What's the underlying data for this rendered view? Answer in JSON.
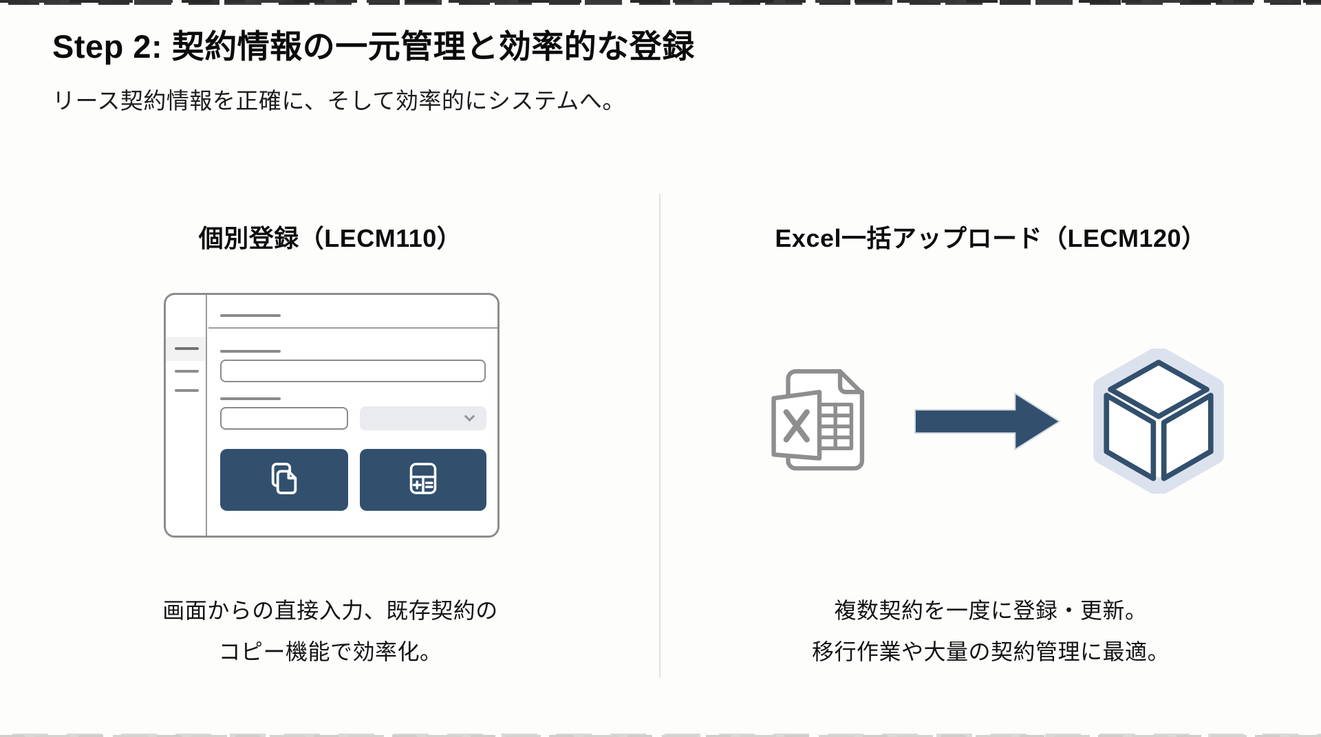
{
  "header": {
    "title": "Step 2: 契約情報の一元管理と効率的な登録",
    "subtitle": "リース契約情報を正確に、そして効率的にシステムへ。"
  },
  "left_panel": {
    "heading": "個別登録（LECM110）",
    "caption_line1": "画面からの直接入力、既存契約の",
    "caption_line2": "コピー機能で効率化。",
    "illustration": {
      "type": "form-mockup",
      "icons": [
        "copy-icon",
        "calculator-icon"
      ]
    }
  },
  "right_panel": {
    "heading": "Excel一括アップロード（LECM120）",
    "caption_line1": "複数契約を一度に登録・更新。",
    "caption_line2": "移行作業や大量の契約管理に最適。",
    "illustration": {
      "type": "excel-to-system-flow",
      "icons": [
        "excel-file-icon",
        "arrow-right-icon",
        "cube-icon"
      ]
    }
  },
  "colors": {
    "accent_navy": "#32506e",
    "outline_gray": "#8e8e8e",
    "divider_gray": "#e1e1e1",
    "select_fill": "#e9ebee",
    "sidebar_highlight": "#f2f2f3",
    "background": "#fdfdfc"
  }
}
